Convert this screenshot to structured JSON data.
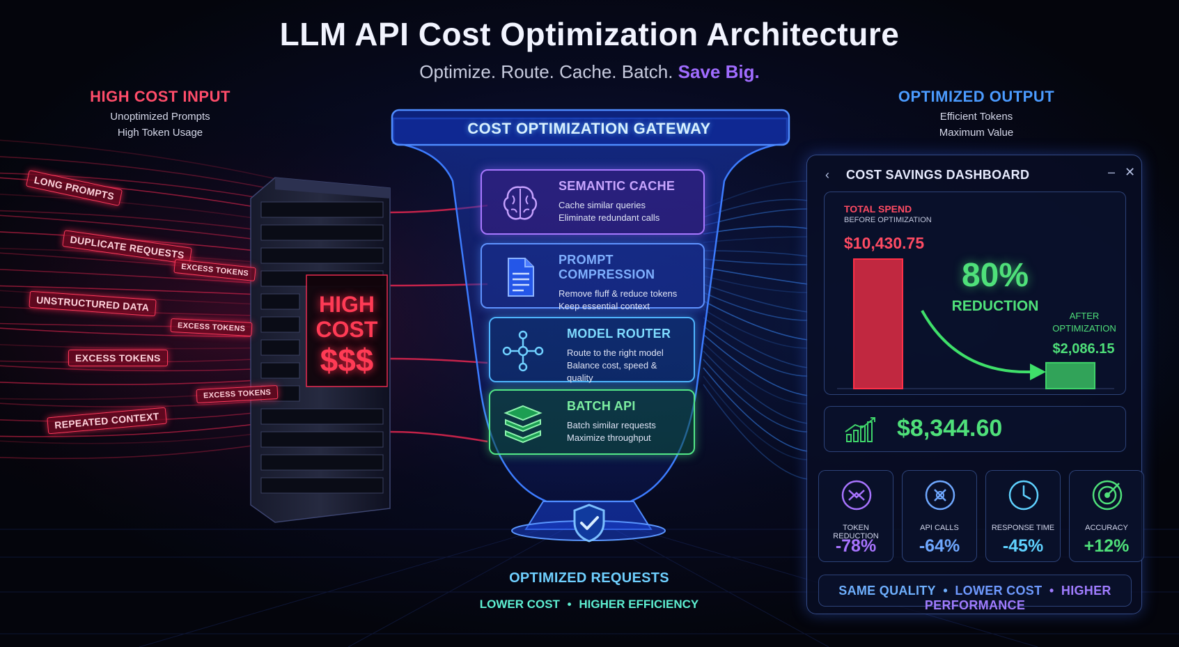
{
  "title": "LLM API Cost Optimization Architecture",
  "subtitle": {
    "main": "Optimize. Route. Cache. Batch.",
    "highlight": "Save Big."
  },
  "input": {
    "heading": "HIGH COST INPUT",
    "lines": [
      "Unoptimized Prompts",
      "High Token Usage"
    ],
    "labels": [
      "LONG PROMPTS",
      "DUPLICATE REQUESTS",
      "UNSTRUCTURED DATA",
      "EXCESS TOKENS",
      "REPEATED CONTEXT",
      "EXCESS TOKENS",
      "EXCESS TOKENS",
      "EXCESS TOKENS"
    ],
    "tower": {
      "line1": "HIGH",
      "line2": "COST",
      "line3": "$$$"
    }
  },
  "gateway": {
    "title": "COST OPTIMIZATION GATEWAY",
    "cards": [
      {
        "title": "SEMANTIC CACHE",
        "desc1": "Cache similar queries",
        "desc2": "Eliminate redundant calls",
        "icon": "brain-icon",
        "color": "#b487ff"
      },
      {
        "title": "PROMPT COMPRESSION",
        "desc1": "Remove fluff & reduce tokens",
        "desc2": "Keep essential context",
        "icon": "document-icon",
        "color": "#6fa8ff"
      },
      {
        "title": "MODEL ROUTER",
        "desc1": "Route to the right model",
        "desc2": "Balance cost, speed & quality",
        "icon": "network-icon",
        "color": "#5fd2ff"
      },
      {
        "title": "BATCH API",
        "desc1": "Batch similar requests",
        "desc2": "Maximize throughput",
        "icon": "layers-icon",
        "color": "#6cf29a"
      }
    ],
    "bottom_title": "OPTIMIZED REQUESTS",
    "bottom_tag1": "LOWER COST",
    "bottom_tag2": "HIGHER EFFICIENCY"
  },
  "output": {
    "heading": "OPTIMIZED OUTPUT",
    "lines": [
      "Efficient Tokens",
      "Maximum Value"
    ]
  },
  "dashboard": {
    "title": "COST SAVINGS DASHBOARD",
    "before_label": "TOTAL SPEND",
    "before_sub": "BEFORE OPTIMIZATION",
    "before_value": "$10,430.75",
    "reduction_pct": "80%",
    "reduction_label": "REDUCTION",
    "after_label1": "AFTER",
    "after_label2": "OPTIMIZATION",
    "after_value": "$2,086.15",
    "savings": "$8,344.60",
    "metrics": [
      {
        "label": "TOKEN REDUCTION",
        "value": "-78%",
        "color": "#a874ff",
        "icon": "token-icon"
      },
      {
        "label": "API CALLS",
        "value": "-64%",
        "color": "#6fa8ff",
        "icon": "api-icon"
      },
      {
        "label": "RESPONSE TIME",
        "value": "-45%",
        "color": "#5fd2ff",
        "icon": "clock-icon"
      },
      {
        "label": "ACCURACY",
        "value": "+12%",
        "color": "#4fe07a",
        "icon": "target-icon"
      }
    ],
    "footer": [
      "SAME QUALITY",
      "LOWER COST",
      "HIGHER PERFORMANCE"
    ]
  },
  "chart_data": {
    "type": "bar",
    "categories": [
      "BEFORE OPTIMIZATION",
      "AFTER OPTIMIZATION"
    ],
    "values": [
      10430.75,
      2086.15
    ],
    "title": "TOTAL SPEND",
    "colors": [
      "#ff3048",
      "#3fd46a"
    ]
  }
}
